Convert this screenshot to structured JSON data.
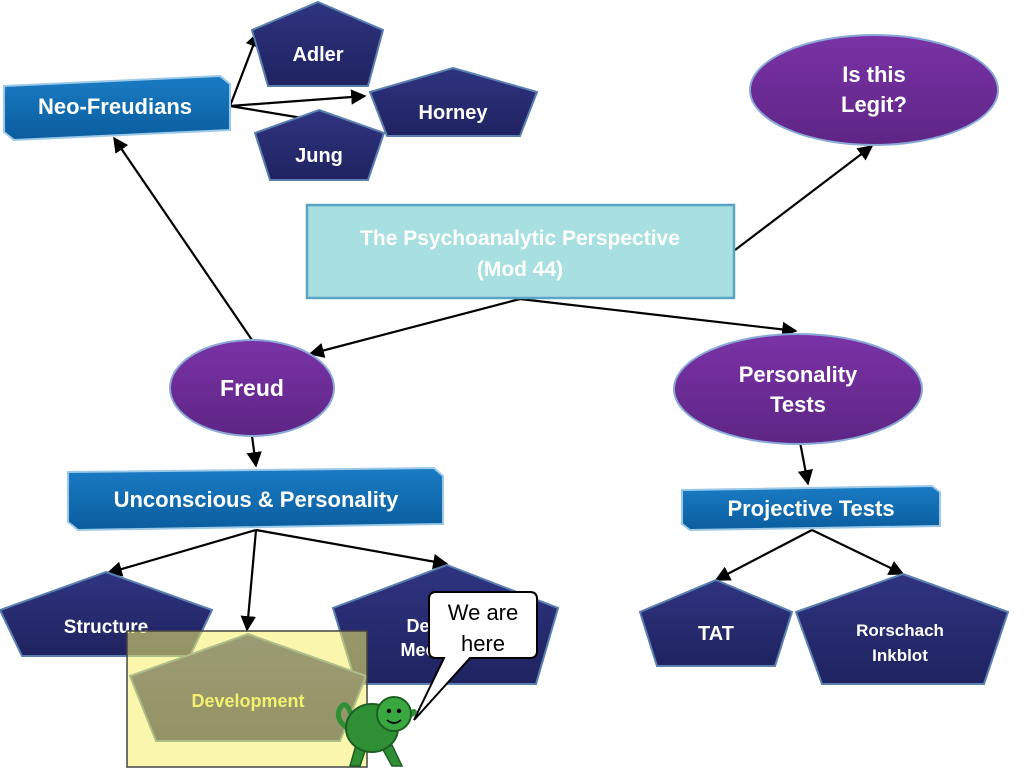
{
  "colors": {
    "navy": "#272b6e",
    "purple": "#6a2a94",
    "blue_box": "#0d6db6",
    "light_teal": "#a8dfe0",
    "highlight": "#f5f06a",
    "turtle": "#2f8f35"
  },
  "nodes": {
    "neo_freudians": "Neo-Freudians",
    "adler": "Adler",
    "horney": "Horney",
    "jung": "Jung",
    "is_this_legit_line1": "Is this",
    "is_this_legit_line2": "Legit?",
    "perspective_line1": "The Psychoanalytic Perspective",
    "perspective_line2": "(Mod 44)",
    "freud": "Freud",
    "personality_tests_line1": "Personality",
    "personality_tests_line2": "Tests",
    "unconscious_personality": "Unconscious & Personality",
    "projective_tests": "Projective Tests",
    "structure": "Structure",
    "development": "Development",
    "defense_line1": "De",
    "defense_line2": "Mec",
    "tat": "TAT",
    "rorschach_line1": "Rorschach",
    "rorschach_line2": "Inkblot"
  },
  "callout": {
    "line1": "We are",
    "line2": "here",
    "mascot_icon": "turtle-icon"
  }
}
